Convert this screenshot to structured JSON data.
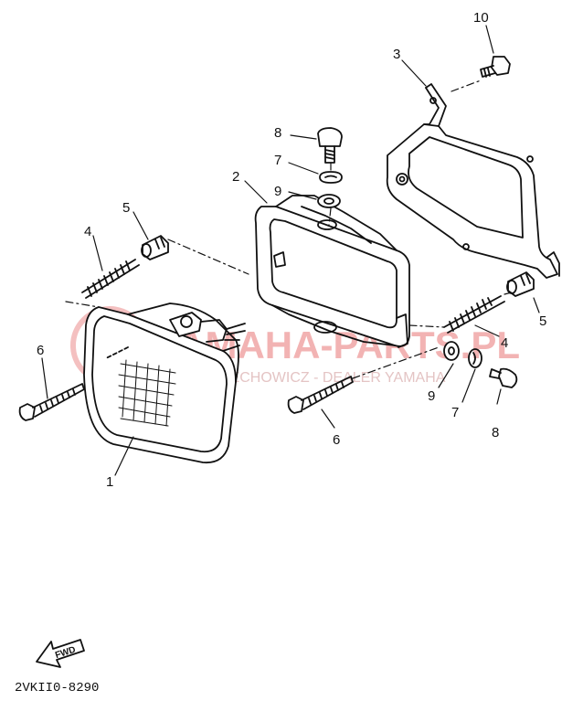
{
  "diagram": {
    "diagram_code": "2VKII0-8290",
    "fwd_label": "FWD",
    "watermark": {
      "main": "YAMAHA-PARTS.PL",
      "sub": "WOJCIECHOWICZ - DEALER YAMAHA"
    },
    "callouts": [
      {
        "id": "c1",
        "label": "1"
      },
      {
        "id": "c2",
        "label": "2"
      },
      {
        "id": "c3",
        "label": "3"
      },
      {
        "id": "c4a",
        "label": "4"
      },
      {
        "id": "c4b",
        "label": "4"
      },
      {
        "id": "c5a",
        "label": "5"
      },
      {
        "id": "c5b",
        "label": "5"
      },
      {
        "id": "c6a",
        "label": "6"
      },
      {
        "id": "c6b",
        "label": "6"
      },
      {
        "id": "c7a",
        "label": "7"
      },
      {
        "id": "c7b",
        "label": "7"
      },
      {
        "id": "c8a",
        "label": "8"
      },
      {
        "id": "c8b",
        "label": "8"
      },
      {
        "id": "c9a",
        "label": "9"
      },
      {
        "id": "c9b",
        "label": "9"
      },
      {
        "id": "c10",
        "label": "10"
      }
    ]
  }
}
